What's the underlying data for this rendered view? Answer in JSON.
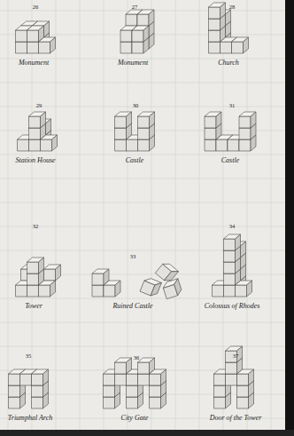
{
  "diagram": {
    "labels": [
      "26",
      "Monument",
      "27",
      "Monument",
      "28",
      "Church",
      "29",
      "Station House",
      "30",
      "Castle",
      "31",
      "Castle",
      "32",
      "Tower",
      "33",
      "Ruined Castle",
      "34",
      "Colossus of Rhodes",
      "35",
      "Triumphal Arch",
      "36",
      "City Gate",
      "37",
      "Door of the Tower"
    ]
  }
}
